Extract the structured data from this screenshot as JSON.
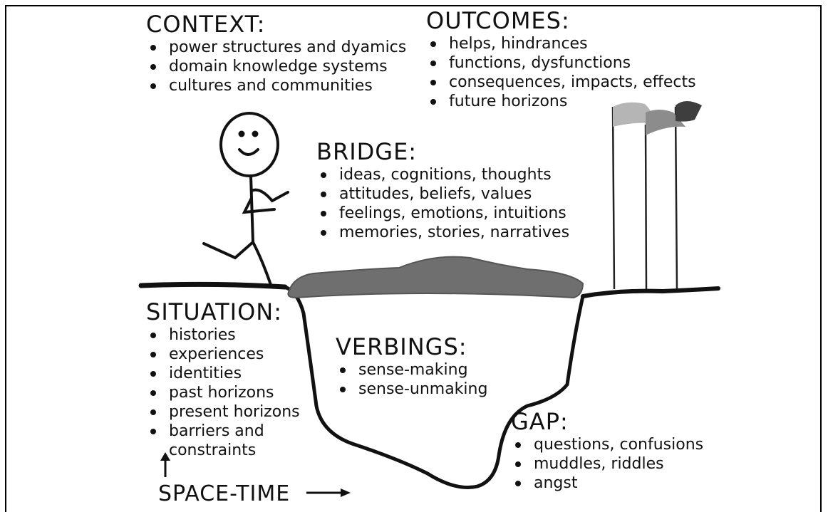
{
  "context": {
    "heading": "CONTEXT:",
    "items": [
      "power structures and dyamics",
      "domain knowledge systems",
      "cultures and communities"
    ]
  },
  "outcomes": {
    "heading": "OUTCOMES:",
    "items": [
      "helps, hindrances",
      "functions, dysfunctions",
      "consequences, impacts, effects",
      "future horizons"
    ]
  },
  "bridge": {
    "heading": "BRIDGE:",
    "items": [
      "ideas, cognitions, thoughts",
      "attitudes, beliefs, values",
      "feelings, emotions, intuitions",
      "memories, stories, narratives"
    ]
  },
  "situation": {
    "heading": "SITUATION:",
    "items": [
      "histories",
      "experiences",
      "identities",
      "past horizons",
      "present horizons",
      "barriers and constraints"
    ]
  },
  "verbings": {
    "heading": "VERBINGS:",
    "items": [
      "sense-making",
      "sense-unmaking"
    ]
  },
  "gap": {
    "heading": "GAP:",
    "items": [
      "questions, confusions",
      "muddles, riddles",
      "angst"
    ]
  },
  "axis": {
    "label": "SPACE-TIME"
  },
  "colors": {
    "ink": "#111111",
    "bridge_fill": "#6f6f6f",
    "flag_light": "#b5b5b5",
    "flag_mid": "#8c8c8c",
    "flag_dark": "#3e3e3e"
  },
  "icons": [
    "stick-figure-icon",
    "flag-icon",
    "arrow-right-icon",
    "arrow-up-icon"
  ]
}
